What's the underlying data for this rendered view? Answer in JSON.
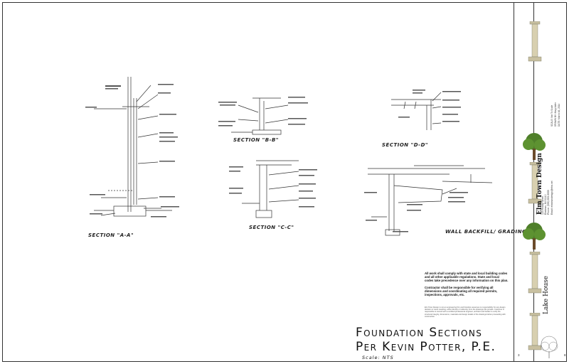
{
  "sheet": {
    "sections": [
      {
        "label": "SECTION \"A-A\""
      },
      {
        "label": "SECTION \"B-B\""
      },
      {
        "label": "SECTION \"C-C\""
      },
      {
        "label": "SECTION \"D-D\""
      },
      {
        "label": "WALL BACKFILL/ GRADING"
      }
    ],
    "general_notes": [
      "All work shall comply with state and local building codes and all other applicable regulations. State and local codes take precedence over any information on this plan.",
      "Contractor shall be responsible for verifying all dimensions and coordinating all required permits, inspections, approvals, etc."
    ],
    "disclaimer": "Elm Town Design is not an engineering firm and therefore assumes no responsibility for any design decision or issue resulting, either directly or indirectly, from the drawings this provide. Customer is responsible to consult with a certified professional engineer, architect and builder to verify the structural integrity, dimensions, materials and design details of the drawings before proceeding with construction.",
    "title_line1": "Foundation Sections",
    "title_line2": "Per Kevin Potter, P.E.",
    "scale": "Scale: NTS"
  },
  "title_block": {
    "brand": "Elm Town Design",
    "address_lines": [
      "123 Roddy Street",
      "Elmtown, MI 51110",
      "Phone: (555) 555-5555",
      "Email: elmtowndesign@elm.net"
    ],
    "meta_lines": [
      "SCALE: Not To Scale",
      "DRAWN BY: Mary Adler",
      "DATE: March 16, 2014"
    ],
    "project": "Lake House",
    "page_a": "3",
    "page_b": "8"
  }
}
